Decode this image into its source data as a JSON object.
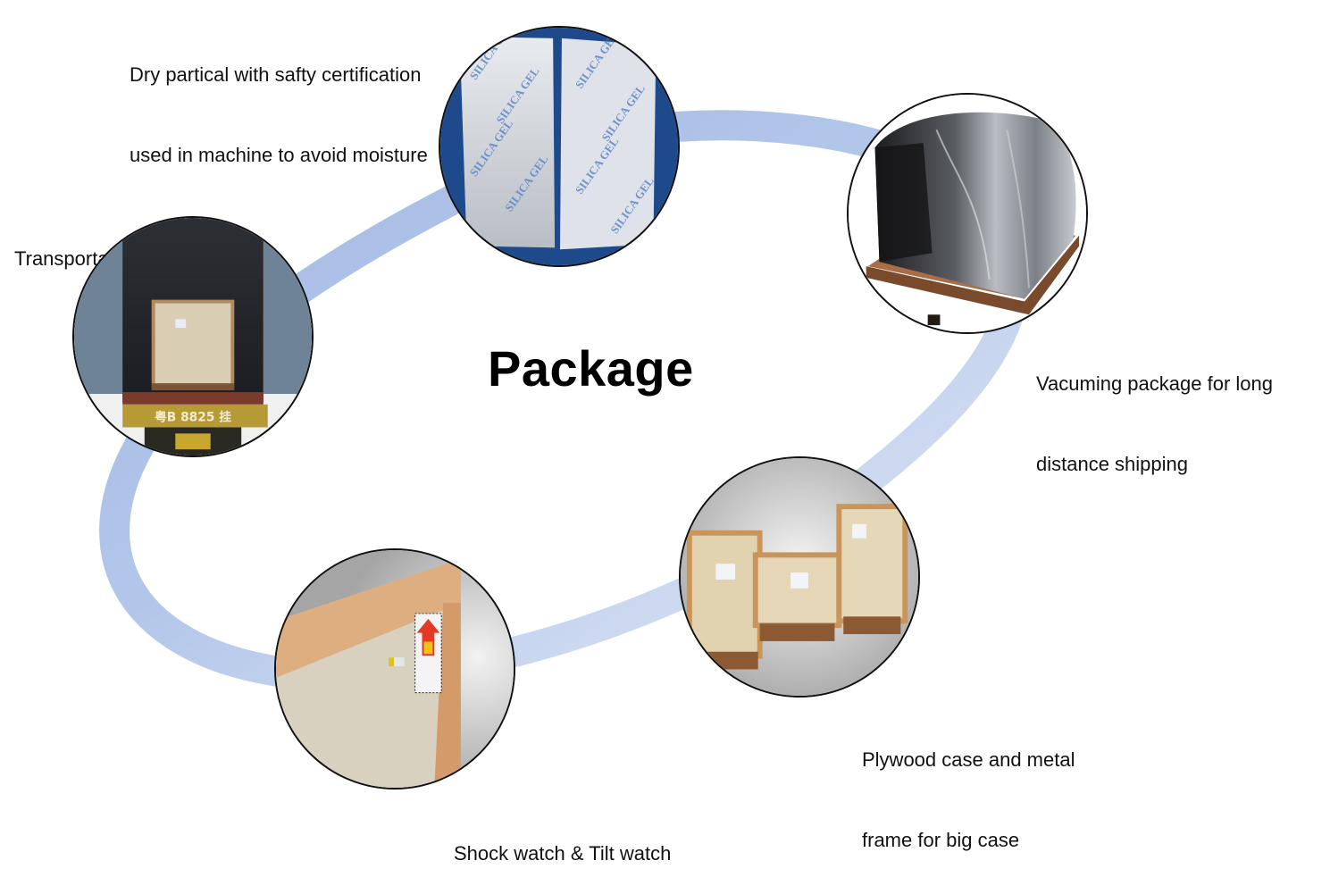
{
  "diagram": {
    "title": "Package",
    "ring_colors": {
      "start": "#a3b9e4",
      "end": "#e2e9f5"
    },
    "steps": [
      {
        "id": "desiccant",
        "label_lines": [
          "Dry partical with safty certification",
          "used in machine to avoid moisture"
        ],
        "photo": "silica-gel-packs"
      },
      {
        "id": "vacuum",
        "label_lines": [
          "Vacuming package for long",
          "distance shipping"
        ],
        "photo": "vacuum-wrapped-machine"
      },
      {
        "id": "plywood",
        "label_lines": [
          "Plywood case and metal",
          "frame for big case"
        ],
        "photo": "plywood-crates"
      },
      {
        "id": "shockwatch",
        "label_lines": [
          "Shock watch & Tilt watch"
        ],
        "photo": "crate-with-shock-indicator"
      },
      {
        "id": "transport",
        "label_lines": [
          "Transportation"
        ],
        "photo": "crate-in-container"
      }
    ],
    "photo_text": {
      "silica_brand": "SILICA GEL",
      "truck_plate": "粤B 8825 挂"
    }
  }
}
